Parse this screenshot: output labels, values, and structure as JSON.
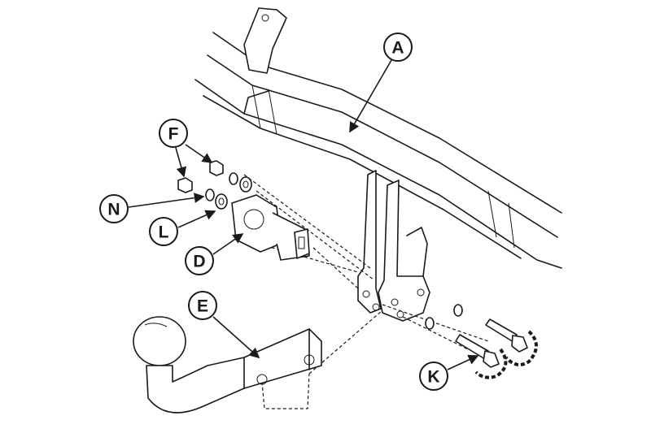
{
  "diagram": {
    "labels": {
      "A": "A",
      "F": "F",
      "N": "N",
      "L": "L",
      "D": "D",
      "E": "E",
      "K": "K"
    }
  }
}
